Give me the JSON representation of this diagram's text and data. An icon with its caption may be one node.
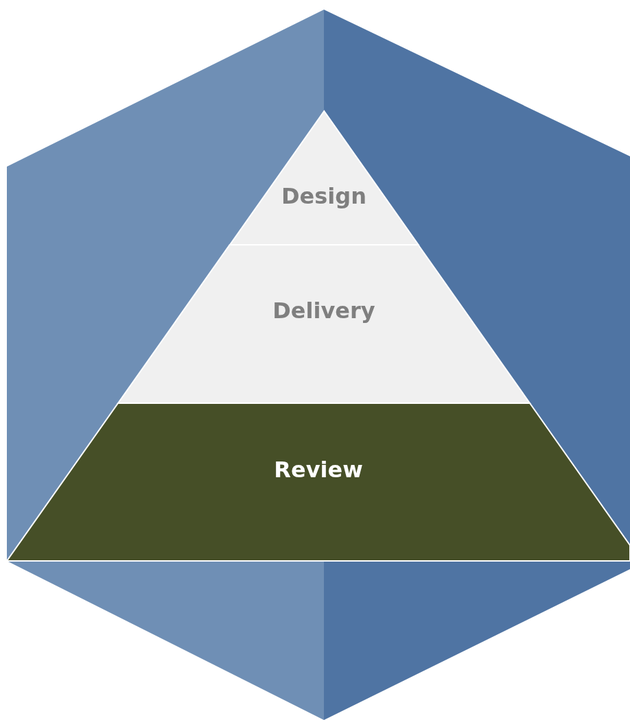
{
  "diagram": {
    "nodes": [
      {
        "text": [
          "Design"
        ]
      },
      {
        "text": [
          "Delivery"
        ]
      },
      {
        "text": [
          "Review"
        ]
      }
    ]
  }
}
